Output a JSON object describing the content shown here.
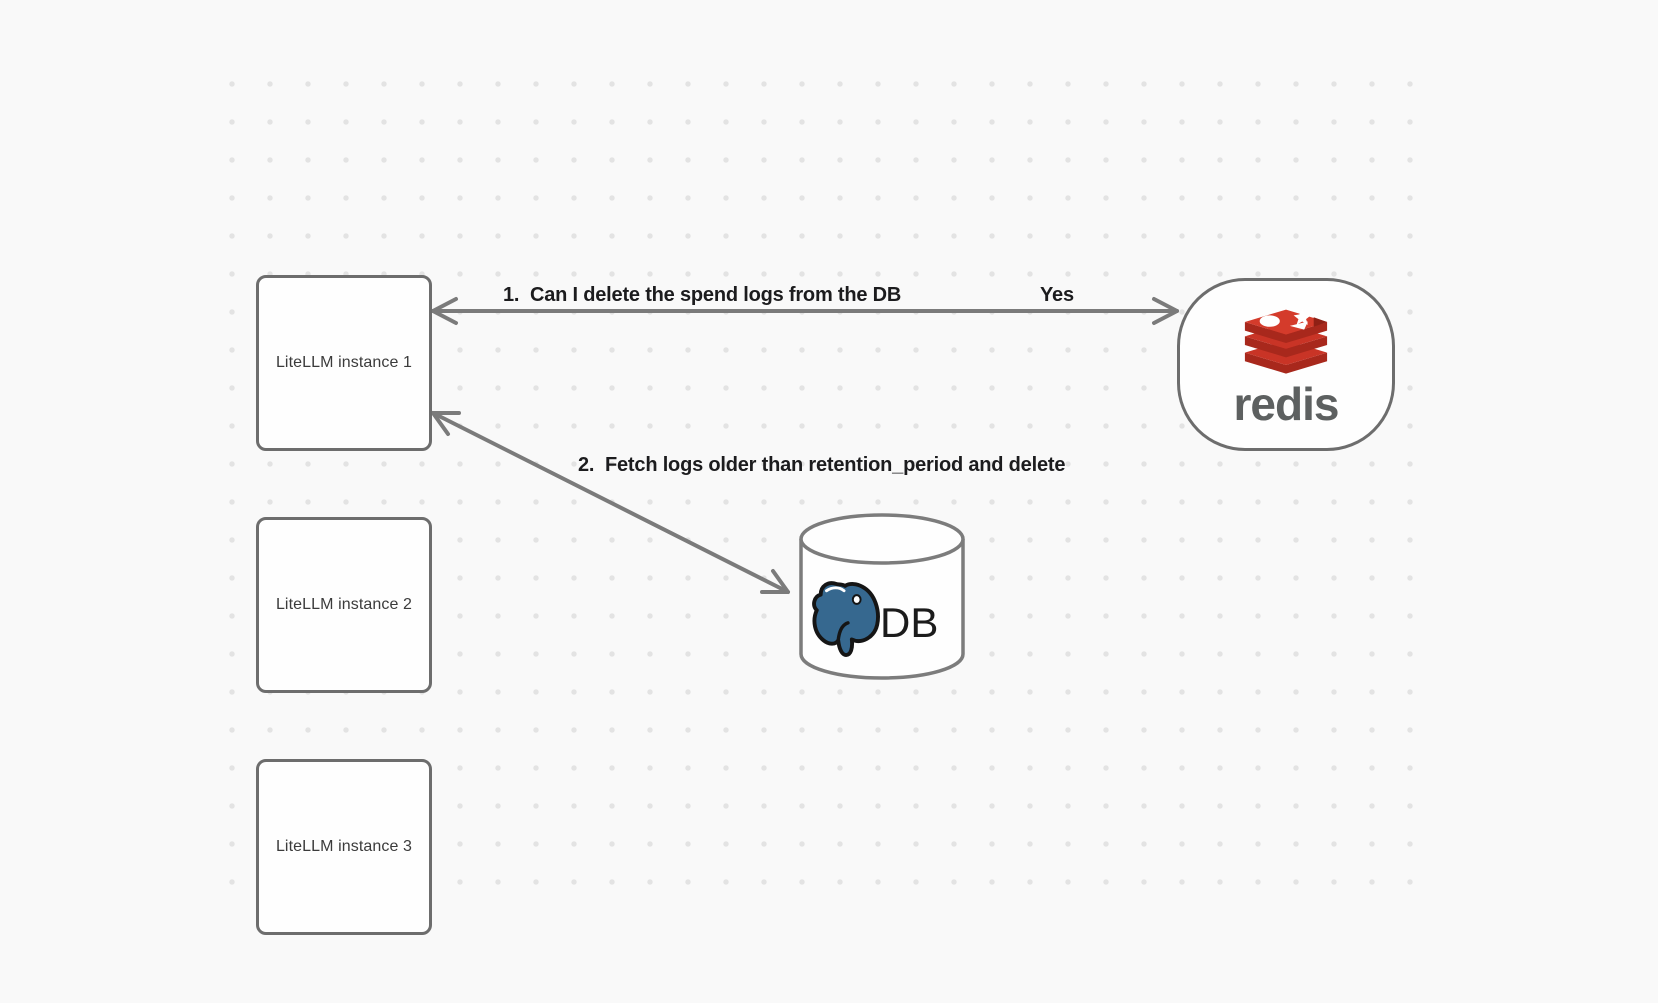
{
  "canvas": {
    "background_color": "#f9f9f9",
    "dot_color": "#e3e3e3",
    "shape_border_color": "#6d6d6d",
    "arrow_color": "#7b7b7b"
  },
  "nodes": {
    "litellm_instances": [
      {
        "label": "LiteLLM instance 1"
      },
      {
        "label": "LiteLLM instance 2"
      },
      {
        "label": "LiteLLM instance 3"
      }
    ],
    "redis": {
      "wordmark": "redis",
      "logo_red": "#d43b2b",
      "logo_dark_red": "#a8281c",
      "wordmark_color": "#5d6060"
    },
    "database": {
      "label": "DB",
      "postgres_blue": "#36688f"
    }
  },
  "arrows": [
    {
      "label": "1.  Can I delete the spend logs from the DB",
      "response": "Yes",
      "between": "LiteLLM instance 1 ↔ redis",
      "direction": "bidirectional"
    },
    {
      "label": "2.  Fetch logs older than retention_period and delete",
      "between": "LiteLLM instance 1 ↔ DB",
      "direction": "bidirectional"
    }
  ]
}
